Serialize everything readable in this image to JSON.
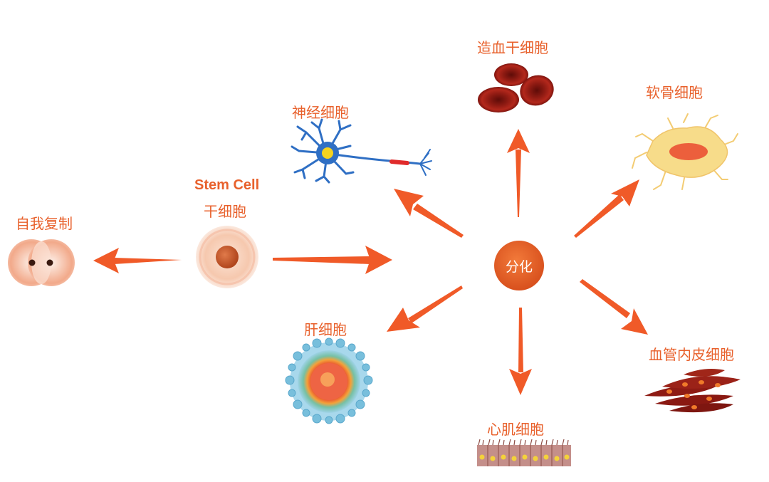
{
  "labels": {
    "stem_en": "Stem Cell",
    "stem_cn": "干细胞",
    "self_renewal": "自我复制",
    "differentiation": "分化",
    "hematopoietic": "造血干细胞",
    "cartilage": "软骨细胞",
    "nerve": "神经细胞",
    "liver": "肝细胞",
    "cardiac": "心肌细胞",
    "endothelial": "血管内皮细胞"
  },
  "colors": {
    "accent": "#e8612c",
    "arrow": "#f05a28",
    "blood": "#9e1d14",
    "neuron": "#2f6fc4",
    "cartilage": "#f6dc86",
    "muscle": "#8e1b14"
  }
}
